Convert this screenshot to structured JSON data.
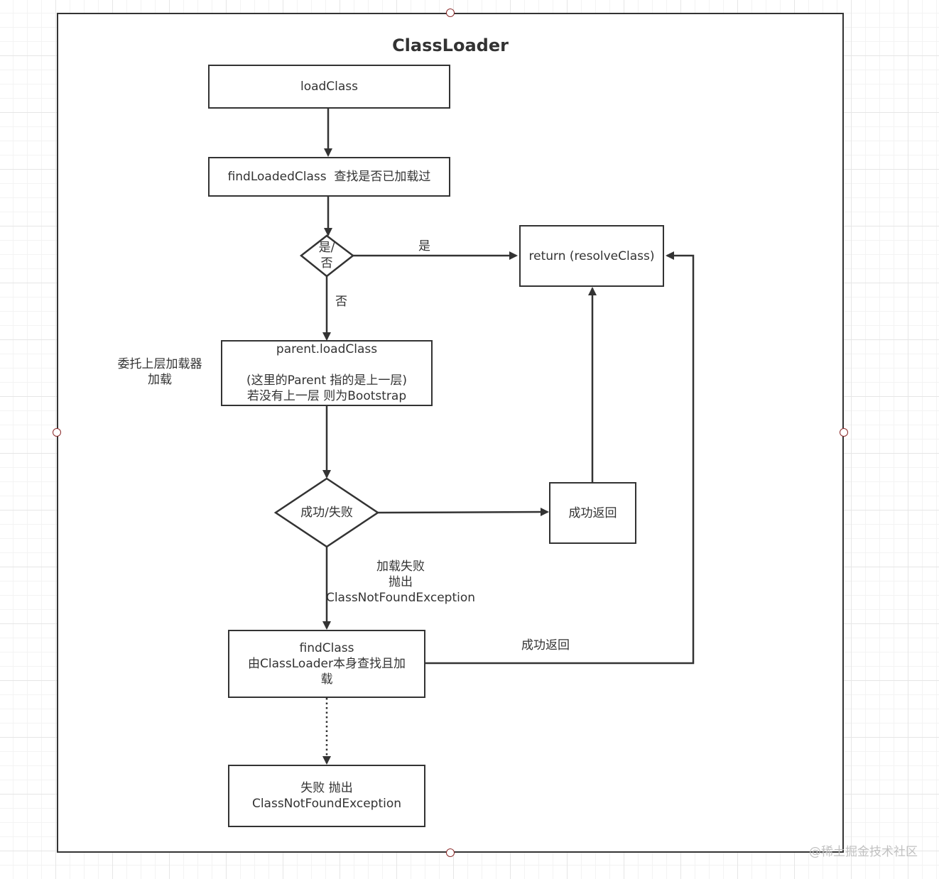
{
  "title": "ClassLoader",
  "nodes": {
    "load_class": "loadClass",
    "find_loaded_class": "findLoadedClass  查找是否已加载过",
    "decision_loaded": {
      "line1": "是/",
      "line2": "否"
    },
    "return_resolve": "return (resolveClass)",
    "parent_load": {
      "line1": "parent.loadClass",
      "line2": "(这里的Parent 指的是上一层)",
      "line3": "若没有上一层 则为Bootstrap"
    },
    "decision_result": "成功/失败",
    "success_return_box": "成功返回",
    "find_class": {
      "line1": "findClass",
      "line2": "由ClassLoader本身查找且加",
      "line3": "载"
    },
    "fail_throw": {
      "line1": "失败 抛出",
      "line2": "ClassNotFoundException"
    }
  },
  "edge_labels": {
    "yes": "是",
    "no": "否",
    "delegate": {
      "line1": "委托上层加载器",
      "line2": "加载"
    },
    "load_fail": {
      "line1": "加载失败",
      "line2": "抛出",
      "line3": "ClassNotFoundException"
    },
    "success_return": "成功返回"
  },
  "watermark": "@稀土掘金技术社区",
  "colors": {
    "stroke": "#333333",
    "handle": "#8b2a2a",
    "grid": "#e6e6e6"
  }
}
